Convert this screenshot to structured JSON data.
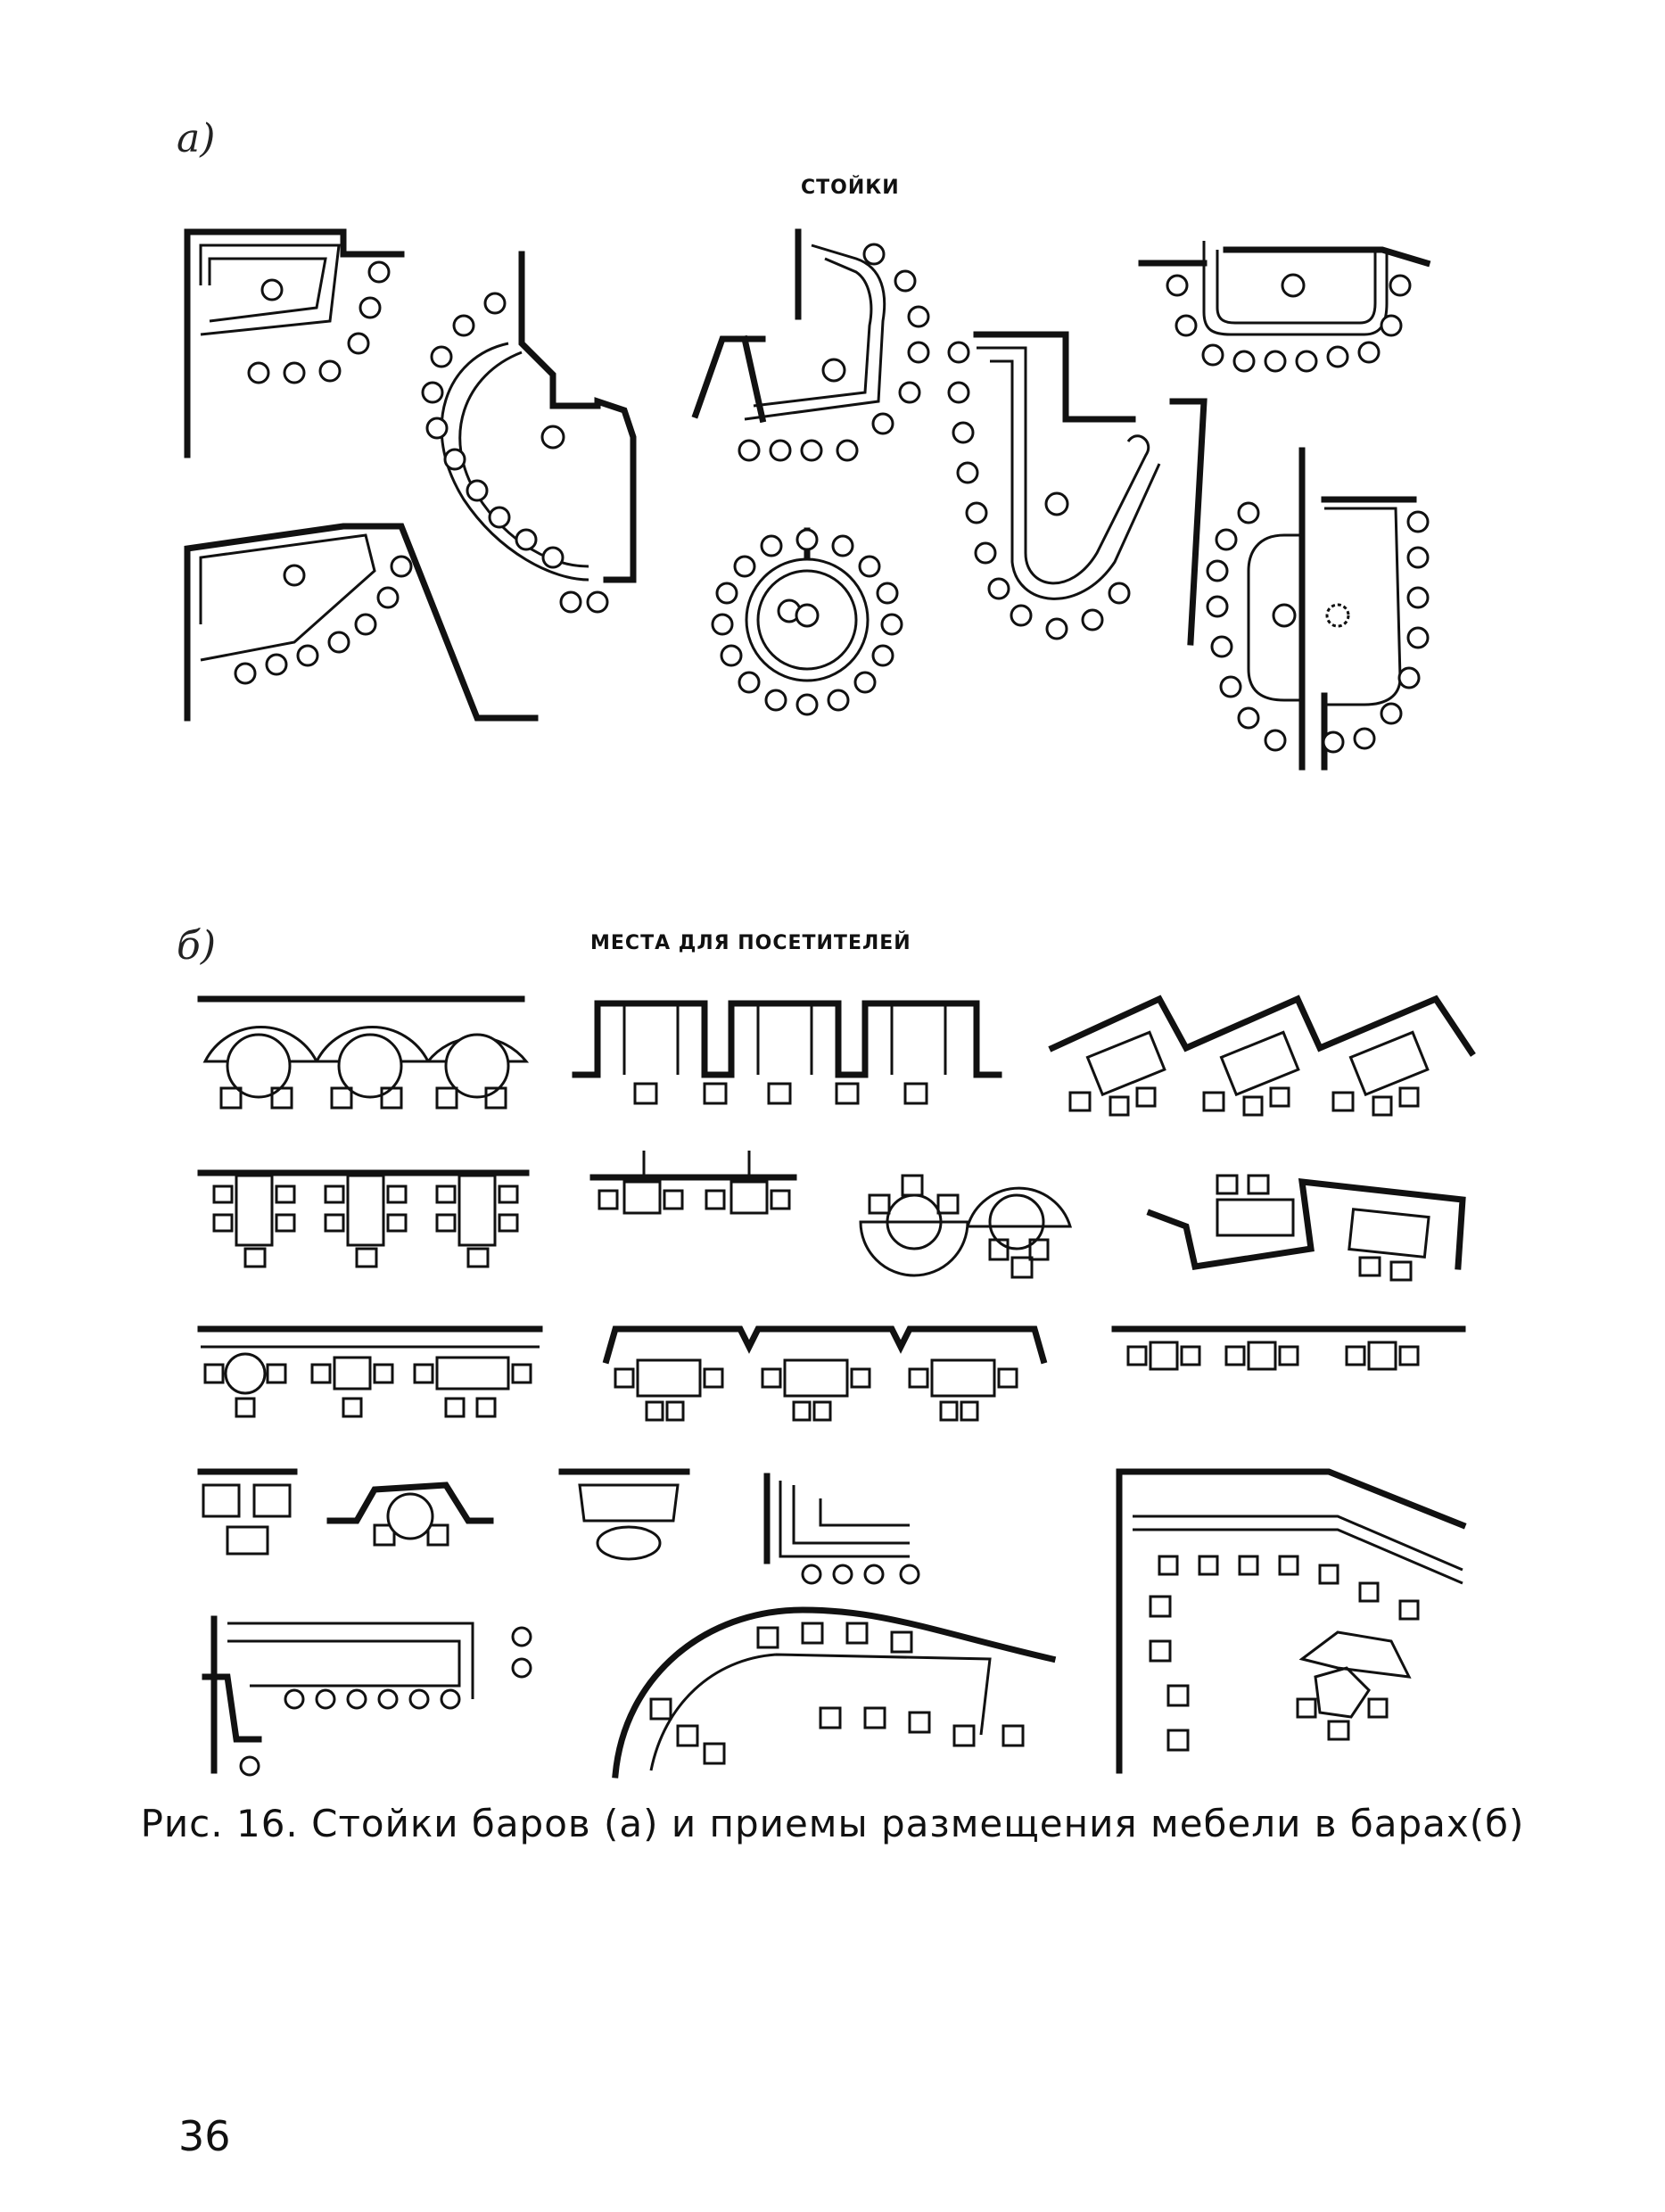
{
  "figure": {
    "panel_a_label": "а)",
    "panel_b_label": "б)",
    "panel_a_title": "СТОЙКИ",
    "panel_b_title": "МЕСТА ДЛЯ ПОСЕТИТЕЛЕЙ",
    "caption": "Рис. 16. Стойки баров (а) и приемы размещения мебели в барах(б)"
  },
  "page": {
    "number": "36"
  }
}
